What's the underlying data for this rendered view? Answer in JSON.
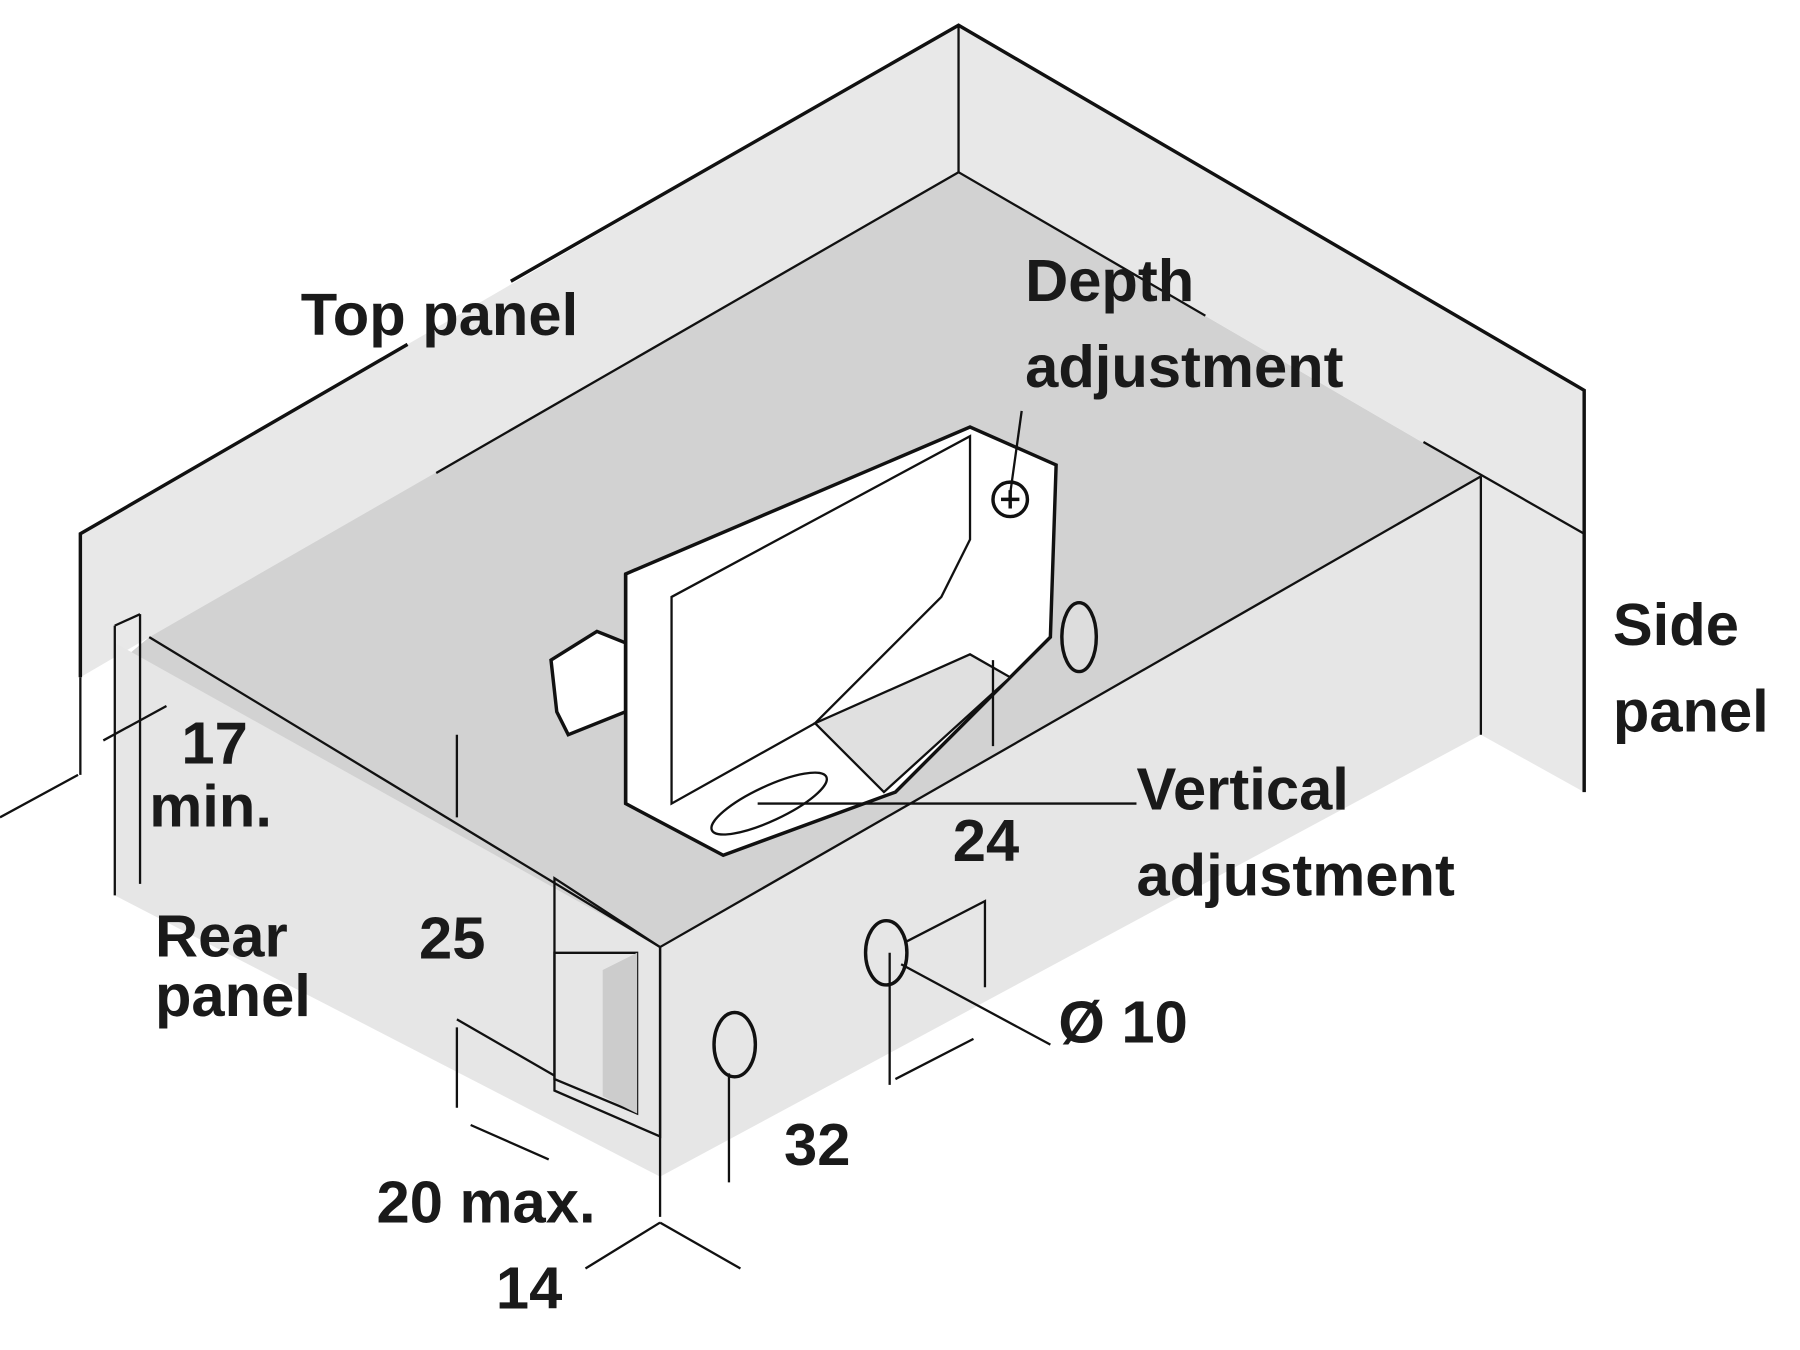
{
  "labels": {
    "top_panel": "Top panel",
    "depth_adjustment_1": "Depth",
    "depth_adjustment_2": "adjustment",
    "side_panel_1": "Side",
    "side_panel_2": "panel",
    "vertical_adjustment_1": "Vertical",
    "vertical_adjustment_2": "adjustment",
    "rear_panel_1": "Rear",
    "rear_panel_2": "panel"
  },
  "dimensions": {
    "d17": "17",
    "d17_suffix": "min.",
    "d24": "24",
    "d25": "25",
    "d10": "Ø 10",
    "d32": "32",
    "d20": "20 max.",
    "d14": "14"
  },
  "colors": {
    "panel_light": "#e6e6e6",
    "panel_mid": "#d4d4d4",
    "line": "#111111"
  }
}
